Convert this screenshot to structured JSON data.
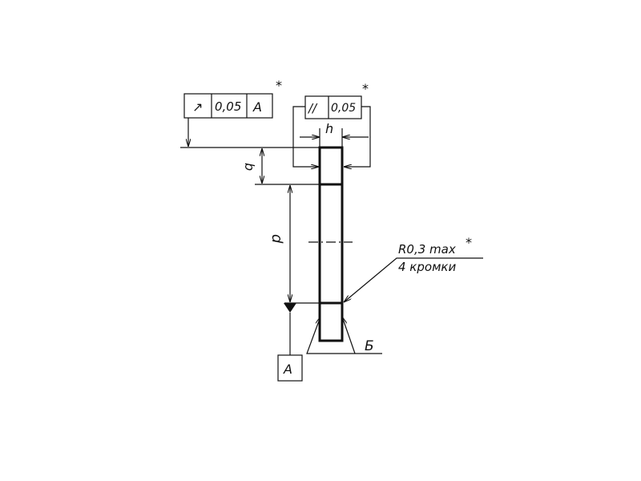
{
  "drawing": {
    "frame_left": {
      "symbol": "↗",
      "value": "0,05",
      "datum": "A",
      "mark": "*"
    },
    "frame_right": {
      "symbol": "//",
      "value": "0,05",
      "mark": "*"
    },
    "dim_h": "h",
    "dim_b": "b",
    "dim_d": "d",
    "datum_label": "A",
    "note_line1": "R0,3 max",
    "note_mark": "*",
    "note_line2": "4 кромки",
    "view_label": "Б"
  },
  "colors": {
    "ink": "#111111",
    "background": "#ffffff"
  }
}
